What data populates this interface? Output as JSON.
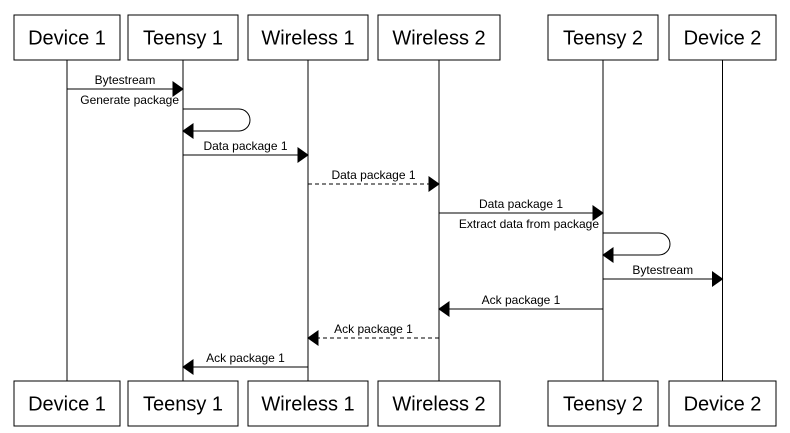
{
  "diagram": {
    "type": "sequence",
    "participants": [
      {
        "id": "d1",
        "label": "Device 1"
      },
      {
        "id": "t1",
        "label": "Teensy 1"
      },
      {
        "id": "w1",
        "label": "Wireless 1"
      },
      {
        "id": "w2",
        "label": "Wireless 2"
      },
      {
        "id": "t2",
        "label": "Teensy 2"
      },
      {
        "id": "d2",
        "label": "Device 2"
      }
    ],
    "messages": [
      {
        "from": "d1",
        "to": "t1",
        "label": "Bytestream",
        "style": "solid"
      },
      {
        "from": "t1",
        "to": "t1",
        "label": "Generate package",
        "style": "solid"
      },
      {
        "from": "t1",
        "to": "w1",
        "label": "Data package 1",
        "style": "solid"
      },
      {
        "from": "w1",
        "to": "w2",
        "label": "Data package 1",
        "style": "dashed"
      },
      {
        "from": "w2",
        "to": "t2",
        "label": "Data package 1",
        "style": "solid"
      },
      {
        "from": "t2",
        "to": "t2",
        "label": "Extract data from package",
        "style": "solid"
      },
      {
        "from": "t2",
        "to": "d2",
        "label": "Bytestream",
        "style": "solid"
      },
      {
        "from": "t2",
        "to": "w2",
        "label": "Ack package 1",
        "style": "solid"
      },
      {
        "from": "w2",
        "to": "w1",
        "label": "Ack package 1",
        "style": "dashed"
      },
      {
        "from": "w1",
        "to": "t1",
        "label": "Ack package 1",
        "style": "solid"
      }
    ]
  }
}
